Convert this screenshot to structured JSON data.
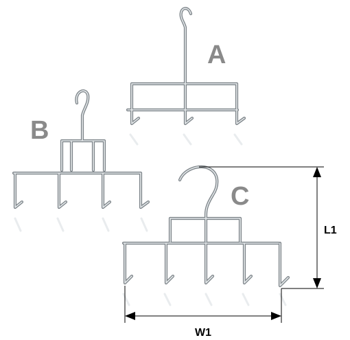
{
  "hangers": {
    "a": {
      "label": "A"
    },
    "b": {
      "label": "B"
    },
    "c": {
      "label": "C"
    }
  },
  "dimensions": {
    "height_label": "L1",
    "width_label": "W1"
  },
  "colors": {
    "wire": "#7d8489",
    "wire_highlight": "#e4e8ea",
    "letter": "#8a8a8a",
    "dimension": "#000000"
  }
}
